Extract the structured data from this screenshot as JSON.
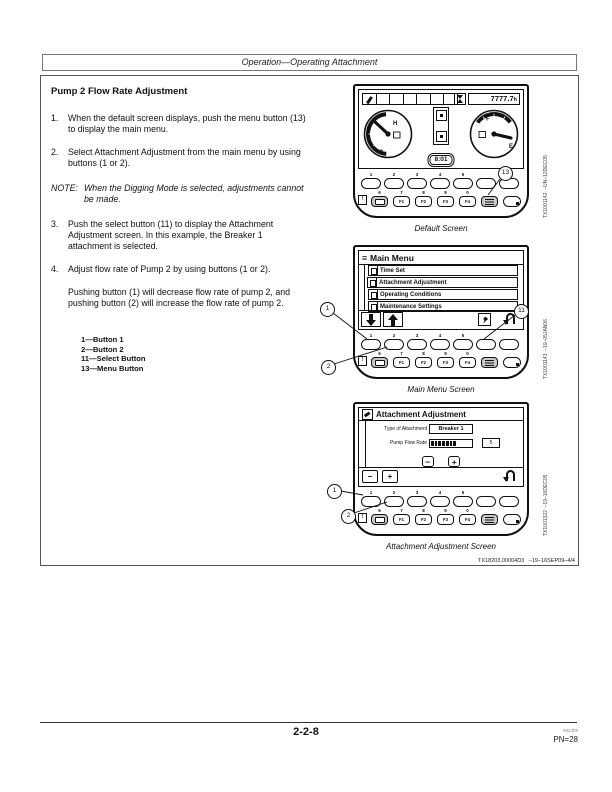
{
  "header": {
    "title": "Operation—Operating Attachment"
  },
  "article": {
    "title": "Pump 2 Flow Rate Adjustment",
    "steps": [
      {
        "num": "1.",
        "text": "When the default screen displays, push the menu button (13) to display the main menu."
      },
      {
        "num": "2.",
        "text": "Select Attachment Adjustment from the main menu by using buttons (1 or 2)."
      },
      {
        "num": "NOTE:",
        "text": "When the Digging Mode is selected, adjustments cannot be made."
      },
      {
        "num": "3.",
        "text": "Push the select button (11) to display the Attachment Adjustment screen. In this example, the Breaker 1 attachment is selected."
      },
      {
        "num": "4.",
        "text": "Adjust flow rate of Pump 2 by using buttons (1 or 2)."
      },
      {
        "num": "",
        "text": "Pushing button (1) will decrease flow rate of pump 2, and pushing button (2) will increase the flow rate of pump 2."
      }
    ],
    "legend": [
      {
        "text": "1—Button 1"
      },
      {
        "text": "2—Button 2"
      },
      {
        "text": "11—Select Button"
      },
      {
        "text": "13—Menu Button"
      }
    ]
  },
  "figures": {
    "default_screen": {
      "caption": "Default Screen",
      "ref": "TX1001142  –UN–12DEC05",
      "hour_meter": "7777.7",
      "hour_unit": "h",
      "clock": "8:01",
      "gauge_temp": {
        "high": "H",
        "low": "C"
      },
      "gauge_fuel": {
        "full": "F",
        "empty": "E"
      },
      "callout": "13"
    },
    "main_menu": {
      "caption": "Main Menu Screen",
      "ref": "TX1001143  –19–05JAN06",
      "title": "Main Menu",
      "items": [
        {
          "label": "Time Set",
          "selected": false
        },
        {
          "label": "Attachment Adjustment",
          "selected": true
        },
        {
          "label": "Operating Conditions",
          "selected": false
        },
        {
          "label": "Maintenance Settings",
          "selected": false
        }
      ],
      "callouts": {
        "c1": "1",
        "c2": "2",
        "c11": "11"
      }
    },
    "attachment_adjustment": {
      "caption": "Attachment Adjustment Screen",
      "ref": "TX1001322  –19–16DEC05",
      "title": "Attachment Adjustment",
      "type_label": "Type of Attachment",
      "type_value": "Breaker 1",
      "flow_label": "Pump Flow Rate",
      "flow_value": "5",
      "flow_total": 11,
      "flow_filled": 7,
      "callouts": {
        "c1": "1",
        "c2": "2"
      }
    }
  },
  "keypad": {
    "numbers_top": [
      "1",
      "2",
      "3",
      "4",
      "5"
    ],
    "numbers_bottom": [
      "6",
      "7",
      "8",
      "9",
      "0"
    ],
    "fkeys": [
      "F1",
      "F2",
      "F3",
      "F4"
    ]
  },
  "icons": {
    "hamburger": "≡",
    "pointer_hand": "☛",
    "alert": "!",
    "minus": "−",
    "plus": "+"
  },
  "doc_code": "TX18203,00004D3   –19–16SEP09–4/4",
  "footer": {
    "page_number": "2-2-8",
    "print_code": "092409",
    "pn": "PN=28"
  },
  "colors": {
    "ink": "#111111",
    "shaded_key": "#c9c9c9",
    "paper": "#ffffff"
  }
}
